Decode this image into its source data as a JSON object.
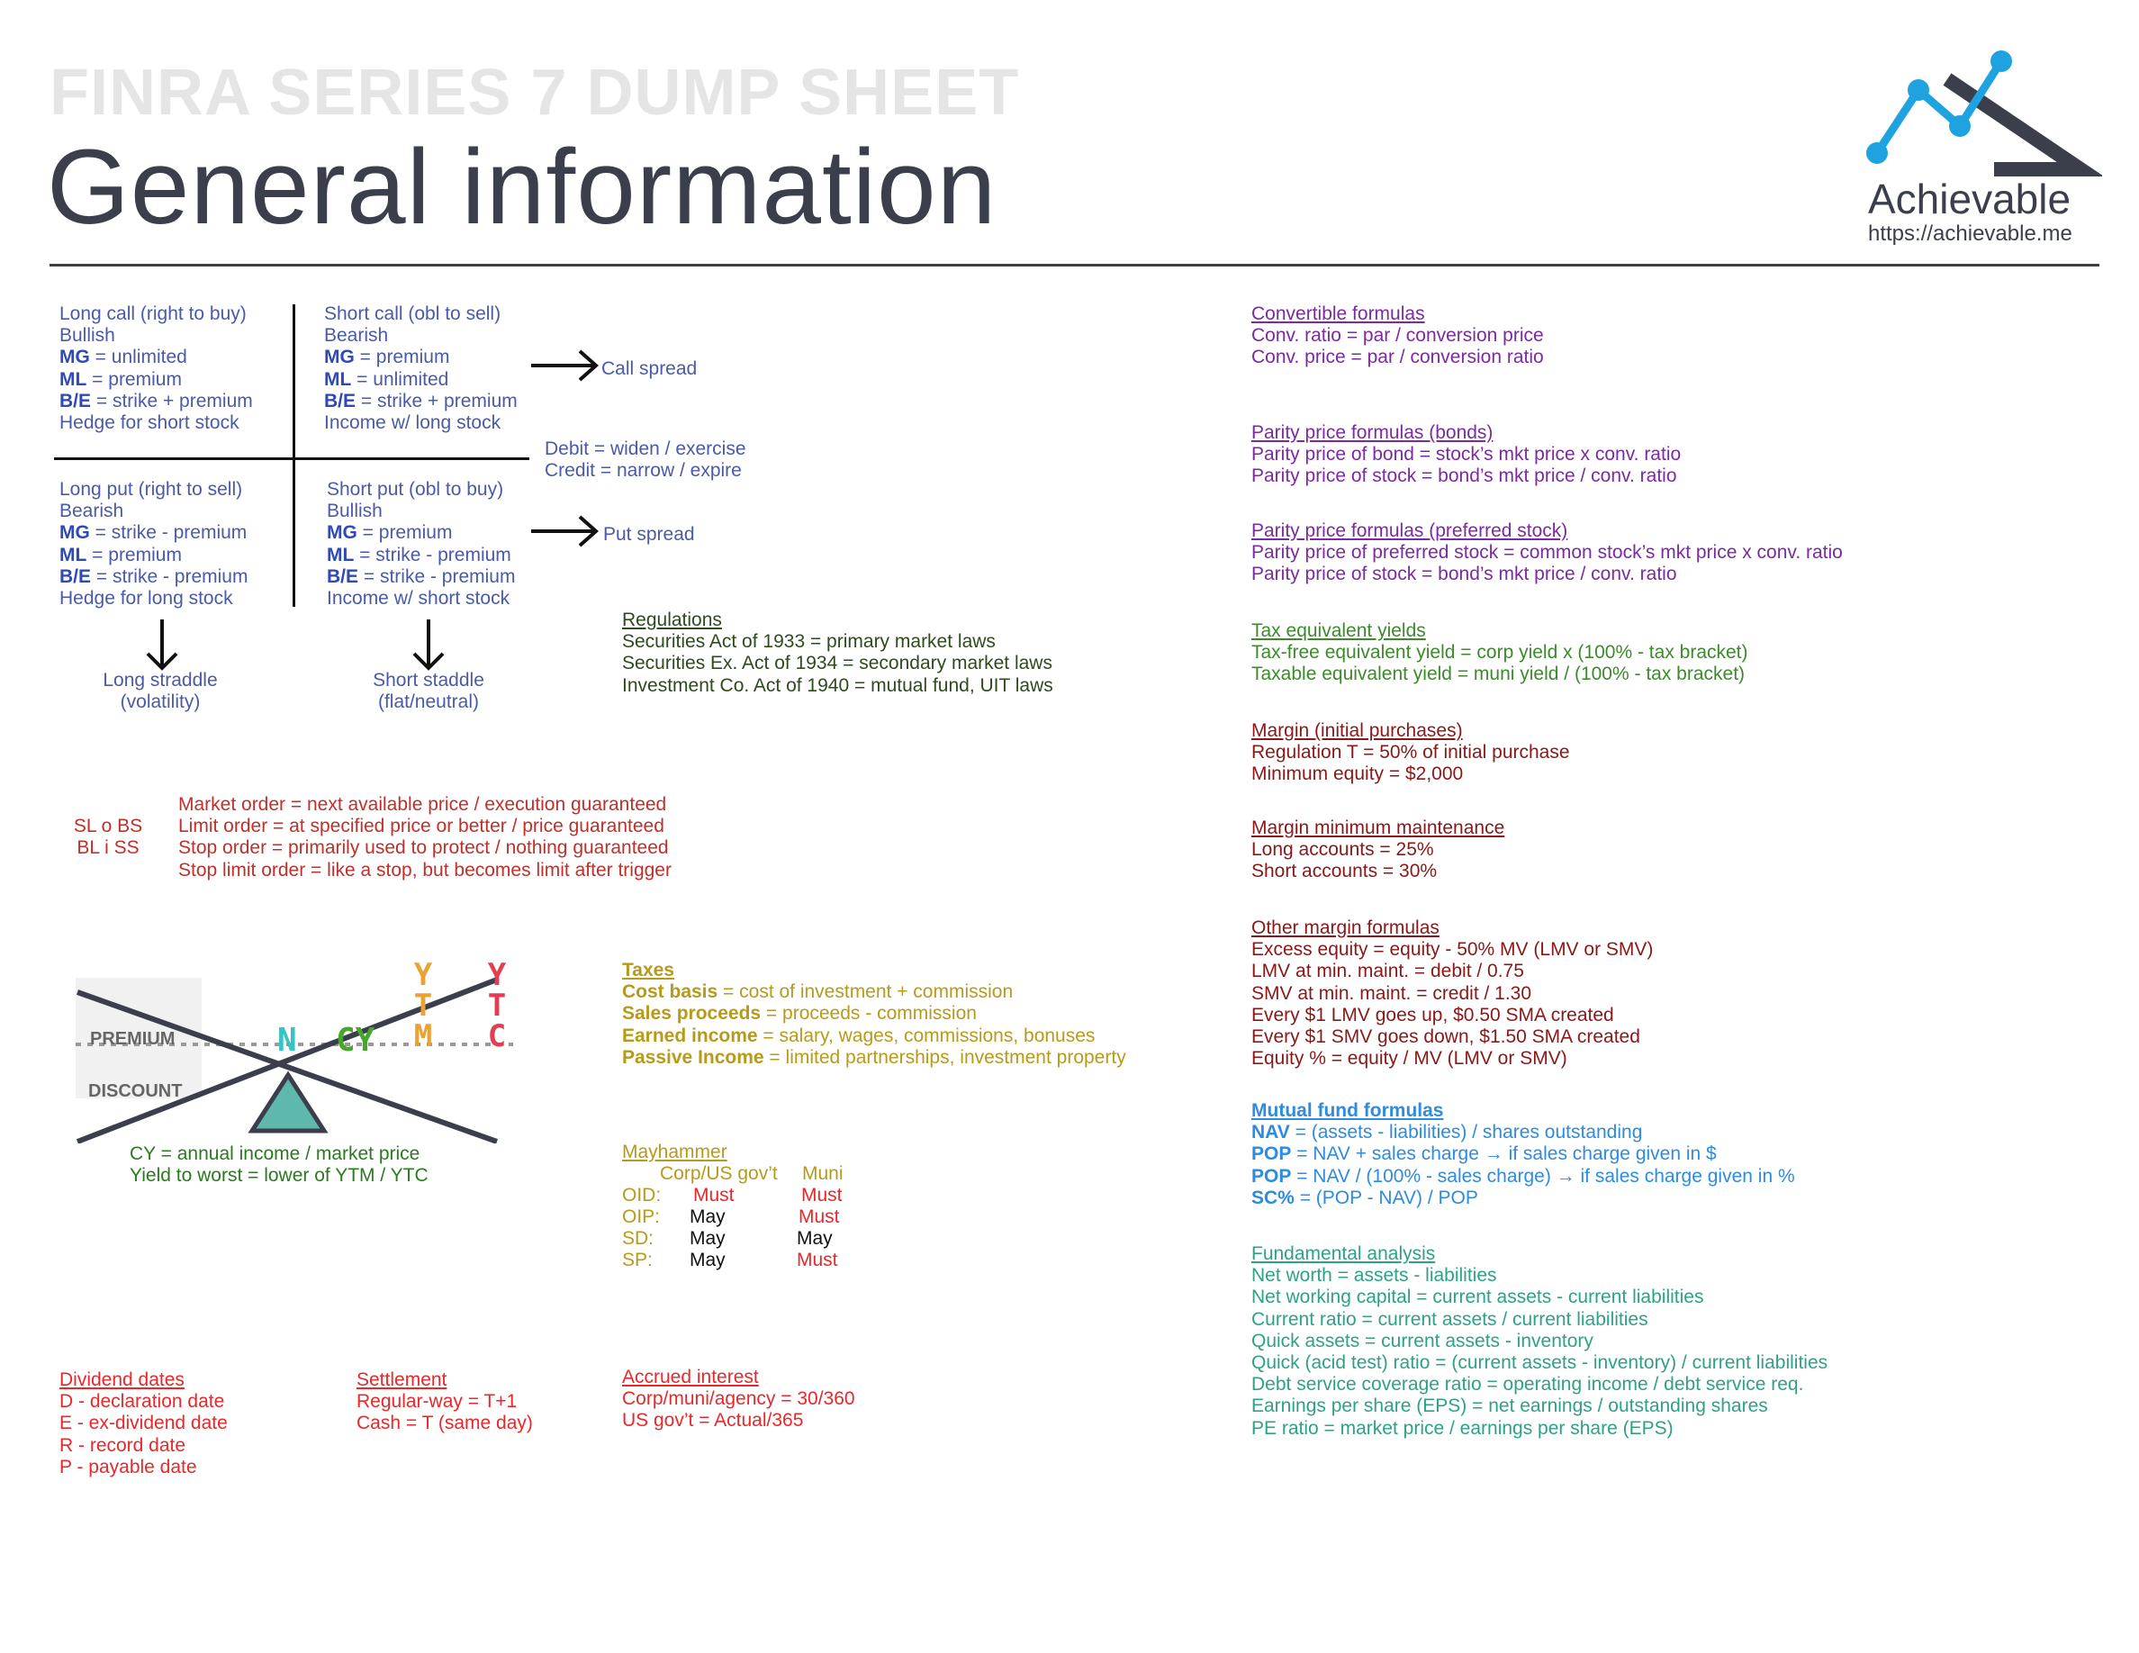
{
  "header": {
    "super_title": "FINRA SERIES 7 DUMP SHEET",
    "title": "General information",
    "logo_name": "Achievable",
    "logo_url": "https://achievable.me"
  },
  "options": {
    "long_call": [
      "Long call (right to buy)",
      "Bullish",
      "MG",
      " = unlimited",
      "ML",
      " = premium",
      "B/E",
      " = strike + premium",
      "Hedge for short stock"
    ],
    "short_call": [
      "Short call (obl to sell)",
      "Bearish",
      "MG",
      " = premium",
      "ML",
      " = unlimited",
      "B/E",
      " = strike + premium",
      "Income w/ long stock"
    ],
    "long_put": [
      "Long put (right to sell)",
      "Bearish",
      "MG",
      " = strike - premium",
      "ML",
      " = premium",
      "B/E",
      " = strike - premium",
      "Hedge for long stock"
    ],
    "short_put": [
      "Short put (obl to buy)",
      "Bullish",
      "MG",
      " = premium",
      "ML",
      " = strike - premium",
      "B/E",
      " = strike - premium",
      "Income w/ short stock"
    ],
    "call_spread": "Call spread",
    "put_spread": "Put spread",
    "debit": "Debit = widen / exercise",
    "credit": "Credit = narrow / expire",
    "long_straddle": "Long straddle",
    "long_straddle_sub": "(volatility)",
    "short_straddle": "Short staddle",
    "short_straddle_sub": "(flat/neutral)"
  },
  "regulations": {
    "heading": "Regulations",
    "lines": [
      "Securities Act of 1933 = primary market laws",
      "Securities Ex. Act of 1934 = secondary market laws",
      "Investment Co. Act of 1940 = mutual fund, UIT laws"
    ]
  },
  "orders": {
    "mnemonic": [
      "SL o BS",
      "BL i SS"
    ],
    "lines": [
      "Market order = next available price / execution guaranteed",
      "Limit order = at specified price or better / price guaranteed",
      "Stop order = primarily used to protect / nothing guaranteed",
      "Stop limit order = like a stop, but becomes limit after trigger"
    ]
  },
  "yield_diagram": {
    "premium": "PREMIUM",
    "discount": "DISCOUNT",
    "n": "N",
    "cy": "CY",
    "ytm": [
      "Y",
      "T",
      "M"
    ],
    "ytc": [
      "Y",
      "T",
      "C"
    ],
    "lines": [
      "CY = annual income / market price",
      "Yield to worst = lower of YTM / YTC"
    ]
  },
  "taxes": {
    "heading": "Taxes",
    "items": [
      {
        "term": "Cost basis",
        "def": " = cost of investment + commission"
      },
      {
        "term": "Sales proceeds",
        "def": " = proceeds - commission"
      },
      {
        "term": "Earned income",
        "def": " = salary, wages, commissions, bonuses"
      },
      {
        "term": "Passive Income",
        "def": " = limited partnerships, investment property"
      }
    ]
  },
  "mayhammer": {
    "heading": "Mayhammer",
    "col1": "Corp/US gov’t",
    "col2": "Muni",
    "rows": [
      {
        "label": "OID:",
        "corp": "Must",
        "muni": "Must"
      },
      {
        "label": "OIP:",
        "corp": "May",
        "muni": "Must"
      },
      {
        "label": "SD:",
        "corp": "May",
        "muni": "May"
      },
      {
        "label": "SP:",
        "corp": "May",
        "muni": "Must"
      }
    ]
  },
  "dividend_dates": {
    "heading": "Dividend dates",
    "lines": [
      "D - declaration date",
      "E - ex-dividend date",
      "R - record date",
      "P - payable date"
    ]
  },
  "settlement": {
    "heading": "Settlement",
    "lines": [
      "Regular-way = T+1",
      "Cash = T (same day)"
    ]
  },
  "accrued_interest": {
    "heading": "Accrued interest",
    "lines": [
      "Corp/muni/agency = 30/360",
      "US gov’t = Actual/365"
    ]
  },
  "convertible": {
    "heading": "Convertible formulas",
    "lines": [
      "Conv. ratio = par / conversion price",
      "Conv. price = par / conversion ratio"
    ]
  },
  "parity_bonds": {
    "heading": "Parity price formulas (bonds)",
    "lines": [
      "Parity price of bond = stock’s mkt price x conv. ratio",
      "Parity price of stock = bond’s mkt price / conv. ratio"
    ]
  },
  "parity_pref": {
    "heading": "Parity price formulas (preferred stock)",
    "lines": [
      "Parity price of preferred stock = common stock’s mkt price x conv. ratio",
      "Parity price of stock = bond’s mkt price / conv. ratio"
    ]
  },
  "tax_equiv": {
    "heading": "Tax equivalent yields",
    "lines": [
      "Tax-free equivalent yield = corp yield x (100% - tax bracket)",
      "Taxable equivalent yield = muni yield / (100% - tax bracket)"
    ]
  },
  "margin_initial": {
    "heading": "Margin (initial purchases)",
    "lines": [
      "Regulation T = 50% of initial purchase",
      "Minimum equity = $2,000"
    ]
  },
  "margin_maint": {
    "heading": "Margin minimum maintenance",
    "lines": [
      "Long accounts = 25%",
      "Short accounts = 30%"
    ]
  },
  "other_margin": {
    "heading": "Other margin formulas",
    "lines": [
      "Excess equity = equity - 50% MV (LMV or SMV)",
      "LMV at min. maint. = debit / 0.75",
      "SMV at min. maint. = credit / 1.30",
      "Every $1 LMV goes up, $0.50 SMA created",
      "Every $1 SMV goes down, $1.50 SMA created",
      "Equity % = equity / MV (LMV or SMV)"
    ]
  },
  "mutual_fund": {
    "heading": "Mutual fund formulas",
    "items": [
      {
        "term": "NAV",
        "def": " = (assets - liabilities) / shares outstanding"
      },
      {
        "term": "POP",
        "def": " = NAV + sales charge → if sales charge given in $"
      },
      {
        "term": "POP",
        "def": " = NAV / (100% - sales charge) → if sales charge given in %"
      },
      {
        "term": "SC%",
        "def": " = (POP - NAV) / POP"
      }
    ]
  },
  "fundamental": {
    "heading": "Fundamental analysis",
    "lines": [
      "Net worth = assets - liabilities",
      "Net working capital = current assets - current liabilities",
      "Current ratio = current assets / current liabilities",
      "Quick assets = current assets - inventory",
      "Quick (acid test) ratio = (current assets - inventory) / current liabilities",
      "Debt service coverage ratio = operating income / debt service req.",
      "Earnings per share (EPS) = net earnings / outstanding shares",
      "PE ratio = market price / earnings per share (EPS)"
    ]
  },
  "colors": {
    "options_blue": "#4a5aa8",
    "regulations": "#2f4a1e",
    "orders": "#c0302a",
    "taxes": "#b79a1a",
    "convertible": "#7c2aa1",
    "tax_equiv": "#3d8a2d",
    "margin": "#8a1818",
    "mutual_fund": "#2d8be0",
    "fundamental": "#2ea187"
  }
}
